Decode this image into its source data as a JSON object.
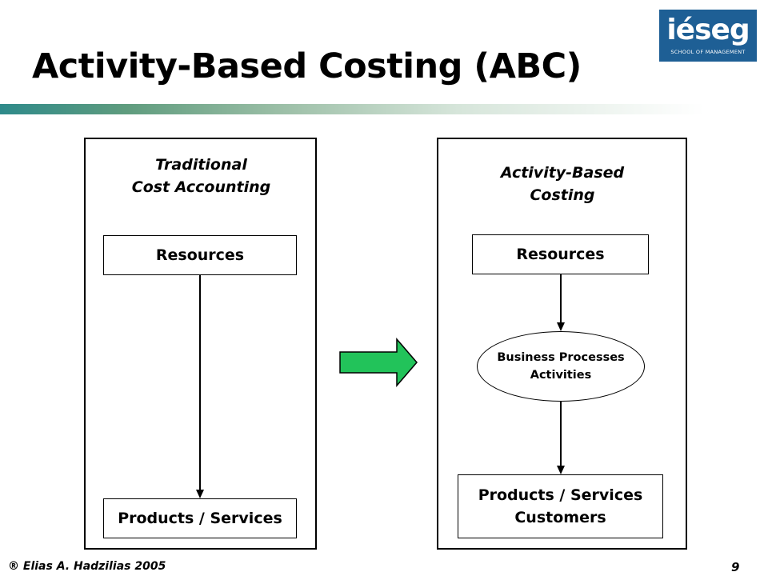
{
  "slide": {
    "title": "Activity-Based Costing (ABC)",
    "page_number": "9",
    "footer": "® Elias A. Hadzilias 2005"
  },
  "logo": {
    "wordmark": "iéseg",
    "subtitle": "SCHOOL OF MANAGEMENT",
    "background_color": "#1e5f95"
  },
  "traditional": {
    "heading_line1": "Traditional",
    "heading_line2": "Cost Accounting",
    "top_box": "Resources",
    "bottom_box": "Products / Services"
  },
  "abc": {
    "heading_line1": "Activity-Based",
    "heading_line2": "Costing",
    "top_box": "Resources",
    "middle_line1": "Business Processes",
    "middle_line2": "Activities",
    "bottom_line1": "Products / Services",
    "bottom_line2": "Customers"
  },
  "colors": {
    "transition_arrow_fill": "#22c35a",
    "title_bar_start": "#2e8a8a"
  },
  "icons": {
    "transition_arrow": "right-arrow-icon"
  }
}
